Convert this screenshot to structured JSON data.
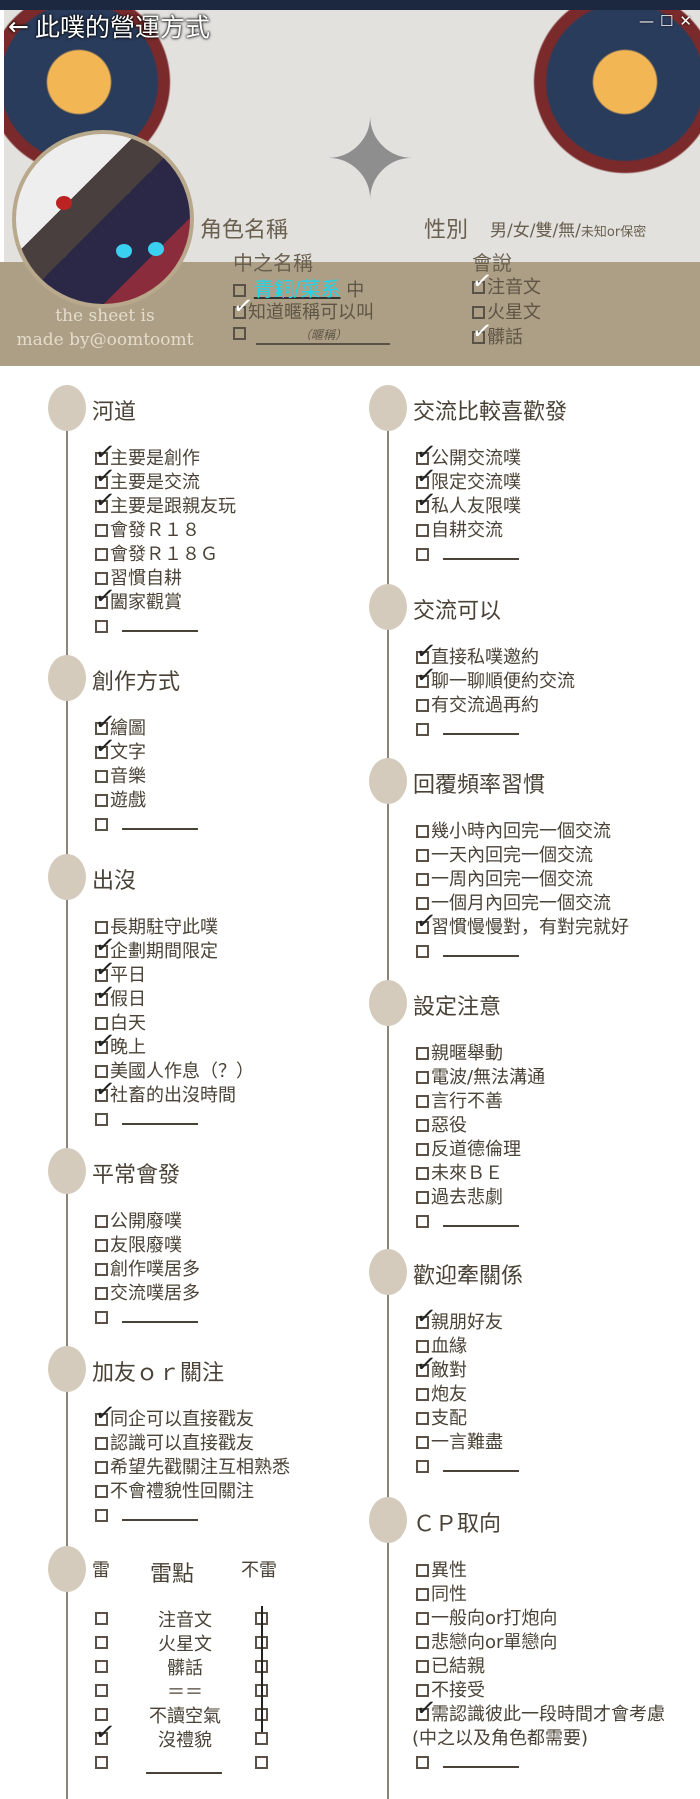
{
  "window": {
    "title": "此噗的營運方式",
    "back_icon": "←",
    "controls": [
      "—",
      "☐",
      "✕"
    ]
  },
  "profile": {
    "credit_line1": "the sheet is",
    "credit_line2": "made by@oomtoomt",
    "char_name_label": "角色名稱",
    "gender_label": "性別",
    "gender_options": "男/女/雙/無/",
    "gender_small": "未知or保密",
    "pl_name_label": "中之名稱",
    "pl_name_handwritten": "青銅/菜系",
    "pl_name_suffix": "中",
    "nickname_ok": "知道暱稱可以叫",
    "nickname_hint": "（暱稱）",
    "speaks_label": "會說",
    "speaks": [
      {
        "label": "注音文",
        "checked": true
      },
      {
        "label": "火星文",
        "checked": false
      },
      {
        "label": "髒話",
        "checked": true
      }
    ]
  },
  "sections": [
    {
      "col": "left",
      "title": "河道",
      "items": [
        {
          "label": "主要是創作",
          "checked": true
        },
        {
          "label": "主要是交流",
          "checked": true
        },
        {
          "label": "主要是跟親友玩",
          "checked": true
        },
        {
          "label": "會發Ｒ１８",
          "checked": false
        },
        {
          "label": "會發Ｒ１８Ｇ",
          "checked": false
        },
        {
          "label": "習慣自耕",
          "checked": false
        },
        {
          "label": "闔家觀賞",
          "checked": true
        },
        {
          "label": "",
          "checked": false,
          "blank": true
        }
      ]
    },
    {
      "col": "left",
      "title": "創作方式",
      "items": [
        {
          "label": "繪圖",
          "checked": true
        },
        {
          "label": "文字",
          "checked": true
        },
        {
          "label": "音樂",
          "checked": false
        },
        {
          "label": "遊戲",
          "checked": false
        },
        {
          "label": "",
          "checked": false,
          "blank": true
        }
      ]
    },
    {
      "col": "left",
      "title": "出沒",
      "items": [
        {
          "label": "長期駐守此噗",
          "checked": false
        },
        {
          "label": "企劃期間限定",
          "checked": true
        },
        {
          "label": "平日",
          "checked": true
        },
        {
          "label": "假日",
          "checked": true
        },
        {
          "label": "白天",
          "checked": false
        },
        {
          "label": "晚上",
          "checked": true
        },
        {
          "label": "美國人作息（？）",
          "checked": false
        },
        {
          "label": "社畜的出沒時間",
          "checked": true
        },
        {
          "label": "",
          "checked": false,
          "blank": true
        }
      ]
    },
    {
      "col": "left",
      "title": "平常會發",
      "items": [
        {
          "label": "公開廢噗",
          "checked": false
        },
        {
          "label": "友限廢噗",
          "checked": false
        },
        {
          "label": "創作噗居多",
          "checked": false
        },
        {
          "label": "交流噗居多",
          "checked": false
        },
        {
          "label": "",
          "checked": false,
          "blank": true
        }
      ]
    },
    {
      "col": "left",
      "title": "加友ｏｒ關注",
      "items": [
        {
          "label": "同企可以直接戳友",
          "checked": true
        },
        {
          "label": "認識可以直接戳友",
          "checked": false
        },
        {
          "label": "希望先戳關注互相熟悉",
          "checked": false
        },
        {
          "label": "不會禮貌性回關注",
          "checked": false
        },
        {
          "label": "",
          "checked": false,
          "blank": true
        }
      ]
    },
    {
      "col": "right",
      "title": "交流比較喜歡發",
      "items": [
        {
          "label": "公開交流噗",
          "checked": true
        },
        {
          "label": "限定交流噗",
          "checked": true
        },
        {
          "label": "私人友限噗",
          "checked": true
        },
        {
          "label": "自耕交流",
          "checked": false
        },
        {
          "label": "",
          "checked": false,
          "blank": true
        }
      ]
    },
    {
      "col": "right",
      "title": "交流可以",
      "items": [
        {
          "label": "直接私噗邀約",
          "checked": true
        },
        {
          "label": "聊一聊順便約交流",
          "checked": true
        },
        {
          "label": "有交流過再約",
          "checked": false
        },
        {
          "label": "",
          "checked": false,
          "blank": true
        }
      ]
    },
    {
      "col": "right",
      "title": "回覆頻率習慣",
      "items": [
        {
          "label": "幾小時內回完一個交流",
          "checked": false
        },
        {
          "label": "一天內回完一個交流",
          "checked": false
        },
        {
          "label": "一周內回完一個交流",
          "checked": false
        },
        {
          "label": "一個月內回完一個交流",
          "checked": false
        },
        {
          "label": "習慣慢慢對，有對完就好",
          "checked": true
        },
        {
          "label": "",
          "checked": false,
          "blank": true
        }
      ]
    },
    {
      "col": "right",
      "title": "設定注意",
      "items": [
        {
          "label": "親暱舉動",
          "checked": false
        },
        {
          "label": "電波/無法溝通",
          "checked": false
        },
        {
          "label": "言行不善",
          "checked": false
        },
        {
          "label": "惡役",
          "checked": false
        },
        {
          "label": "反道德倫理",
          "checked": false
        },
        {
          "label": "未來ＢＥ",
          "checked": false
        },
        {
          "label": "過去悲劇",
          "checked": false
        },
        {
          "label": "",
          "checked": false,
          "blank": true
        }
      ]
    },
    {
      "col": "right",
      "title": "歡迎牽關係",
      "items": [
        {
          "label": "親朋好友",
          "checked": true
        },
        {
          "label": "血緣",
          "checked": false
        },
        {
          "label": "敵對",
          "checked": true
        },
        {
          "label": "炮友",
          "checked": false
        },
        {
          "label": "支配",
          "checked": false
        },
        {
          "label": "一言難盡",
          "checked": false
        },
        {
          "label": "",
          "checked": false,
          "blank": true
        }
      ]
    },
    {
      "col": "right",
      "title": "ＣＰ取向",
      "items": [
        {
          "label": "異性",
          "checked": false
        },
        {
          "label": "同性",
          "checked": false
        },
        {
          "label": "一般向or打炮向",
          "checked": false
        },
        {
          "label": "悲戀向or單戀向",
          "checked": false
        },
        {
          "label": "已結親",
          "checked": false
        },
        {
          "label": "不接受",
          "checked": false
        },
        {
          "label": "需認識彼此一段時間才會考慮",
          "checked": true
        },
        {
          "label": "(中之以及角色都需要)",
          "checked": false,
          "nobox": true
        },
        {
          "label": "",
          "checked": false,
          "blank": true
        }
      ]
    }
  ],
  "dislikes": {
    "col_dislike": "雷",
    "title": "雷點",
    "col_ok": "不雷",
    "rows": [
      {
        "label": "注音文",
        "dislike": false,
        "ok": true
      },
      {
        "label": "火星文",
        "dislike": false,
        "ok": true
      },
      {
        "label": "髒話",
        "dislike": false,
        "ok": true
      },
      {
        "label": "＝＝",
        "dislike": false,
        "ok": true
      },
      {
        "label": "不讀空氣",
        "dislike": false,
        "ok": true
      },
      {
        "label": "沒禮貌",
        "dislike": true,
        "ok": false
      },
      {
        "label": "",
        "dislike": false,
        "ok": false,
        "blank": true
      }
    ]
  }
}
